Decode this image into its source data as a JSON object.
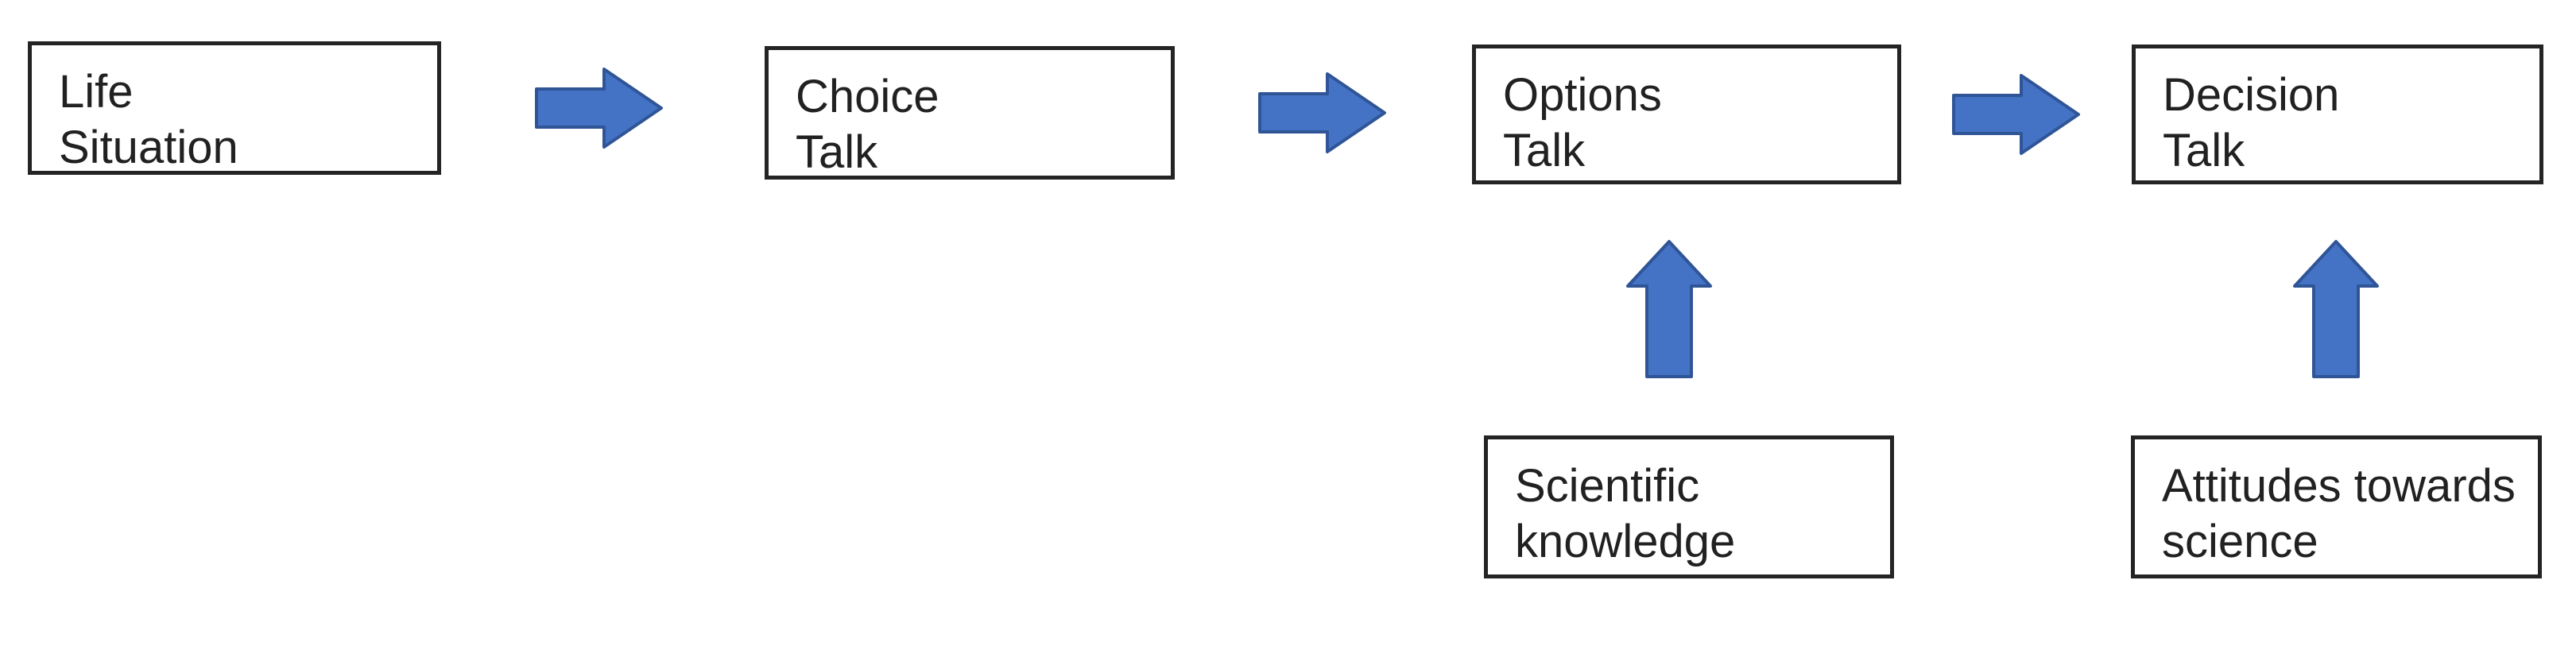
{
  "colors": {
    "background": "#ffffff",
    "text": "#212121",
    "box_border": "#242424",
    "box_fill": "#ffffff",
    "arrow_fill": "#4472c4",
    "arrow_stroke": "#2f5597"
  },
  "diagram": {
    "type": "flowchart",
    "flow_boxes": [
      {
        "id": "life-situation",
        "lines": [
          "Life",
          "Situation"
        ]
      },
      {
        "id": "choice-talk",
        "lines": [
          "Choice",
          "Talk"
        ]
      },
      {
        "id": "options-talk",
        "lines": [
          "Options",
          "Talk"
        ]
      },
      {
        "id": "decision-talk",
        "lines": [
          "Decision",
          "Talk"
        ]
      }
    ],
    "support_boxes": [
      {
        "id": "scientific-knowledge",
        "lines": [
          "Scientific",
          "knowledge"
        ]
      },
      {
        "id": "attitudes-towards-science",
        "lines": [
          "Attitudes towards",
          "science"
        ]
      }
    ],
    "connections": [
      {
        "from": "life-situation",
        "to": "choice-talk",
        "direction": "right"
      },
      {
        "from": "choice-talk",
        "to": "options-talk",
        "direction": "right"
      },
      {
        "from": "options-talk",
        "to": "decision-talk",
        "direction": "right"
      },
      {
        "from": "scientific-knowledge",
        "to": "options-talk",
        "direction": "up"
      },
      {
        "from": "attitudes-towards-science",
        "to": "decision-talk",
        "direction": "up"
      }
    ]
  }
}
